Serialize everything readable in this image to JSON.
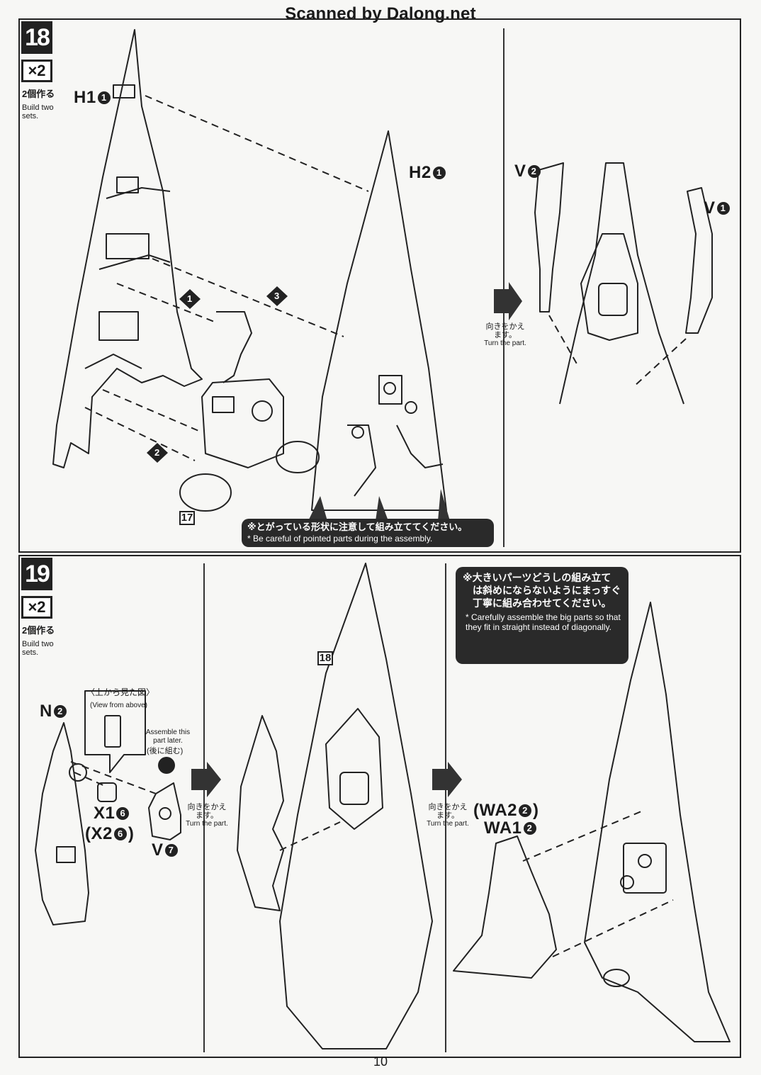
{
  "header": {
    "scan_credit": "Scanned by Dalong.net"
  },
  "step18": {
    "number": "18",
    "multiplier": "×2",
    "note_jp": "2個作る",
    "note_en": "Build two sets.",
    "labels": {
      "h1": "H1",
      "h1_num": "1",
      "h2": "H2",
      "h2_num": "1",
      "v2": "V",
      "v2_num": "2",
      "v1": "V",
      "v1_num": "1",
      "order1": "1",
      "order2": "2",
      "order3": "3"
    },
    "ref_box": "17",
    "caution_jp": "※とがっている形状に注意して組み立ててください。",
    "caution_en": "* Be careful of pointed parts during the assembly.",
    "turn_jp": "向きをかえます。",
    "turn_en": "Turn the part."
  },
  "step19": {
    "number": "19",
    "multiplier": "×2",
    "note_jp": "2個作る",
    "note_en": "Build two sets.",
    "labels": {
      "n2": "N",
      "n2_num": "2",
      "x1": "X1",
      "x1_num": "6",
      "x2": "(X2",
      "x2_num": "6",
      "x2_close": ")",
      "v7": "V",
      "v7_num": "7",
      "wa2": "(WA2",
      "wa2_num": "2",
      "wa2_close": ")",
      "wa1": "WA1",
      "wa1_num": "2"
    },
    "view_jp": "〈上から見た図〉",
    "view_en": "(View from above)",
    "later_en": "Assemble this part later.",
    "later_jp": "(後に組む)",
    "ref_box": "18",
    "turn_jp": "向きをかえます。",
    "turn_en": "Turn the part.",
    "caution_jp_1": "※大きいパーツどうしの組み立て",
    "caution_jp_2": "は斜めにならないようにまっすぐ",
    "caution_jp_3": "丁寧に組み合わせてください。",
    "caution_en": "* Carefully assemble the big parts so that they fit in straight instead of diagonally."
  },
  "footer": {
    "page_number": "10"
  }
}
